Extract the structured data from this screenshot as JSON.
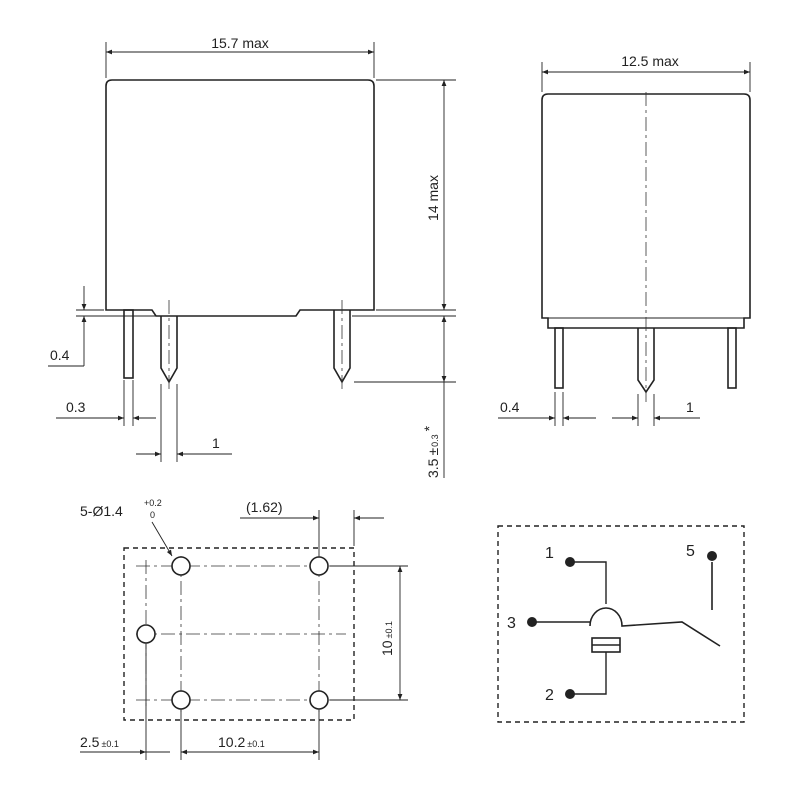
{
  "front_view": {
    "width_label": "15.7 max",
    "height_label": "14 max",
    "pin_thickness_label": "0.4",
    "pin_width_label": "0.3",
    "pin_pitch_label": "1",
    "pin_length_label": "3.5",
    "pin_length_tol": "±",
    "pin_length_tol_value": "0.3",
    "pin_length_note": "*"
  },
  "side_view": {
    "width_label": "12.5 max",
    "pin_thickness_label": "0.4",
    "pin_width_label": "1"
  },
  "pcb_layout": {
    "hole_label": "5-Ø1.4",
    "hole_tol_upper": "+0.2",
    "hole_tol_lower": "0",
    "offset_label": "(1.62)",
    "row_spacing_label": "10",
    "row_spacing_tol": "±0.1",
    "edge_offset_label": "2.5",
    "edge_offset_tol": "±0.1",
    "col_spacing_label": "10.2",
    "col_spacing_tol": "±0.1"
  },
  "schematic": {
    "pins": [
      "1",
      "3",
      "2",
      "5"
    ]
  }
}
